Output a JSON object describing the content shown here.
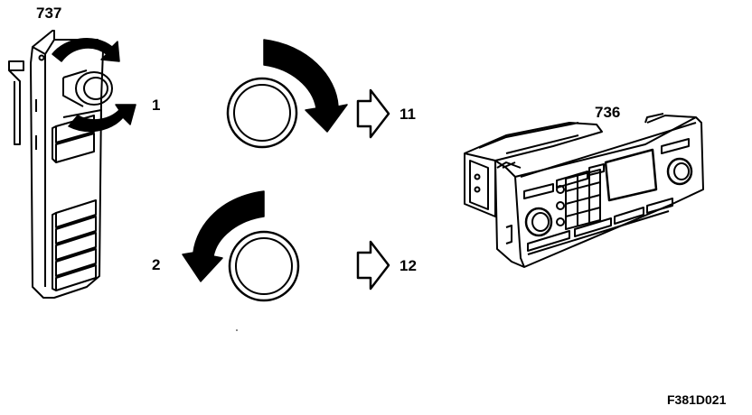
{
  "labels": {
    "part_737": "737",
    "part_736": "736",
    "step_1": "1",
    "step_2": "2",
    "result_11": "11",
    "result_12": "12",
    "figure_id": "F381D021"
  },
  "colors": {
    "ink": "#000000",
    "paper": "#ffffff"
  },
  "icons": {
    "knob_cw": "rotary-knob-clockwise-icon",
    "knob_ccw": "rotary-knob-counterclockwise-icon",
    "arrow_11": "hollow-right-arrow-icon",
    "arrow_12": "hollow-right-arrow-icon"
  }
}
